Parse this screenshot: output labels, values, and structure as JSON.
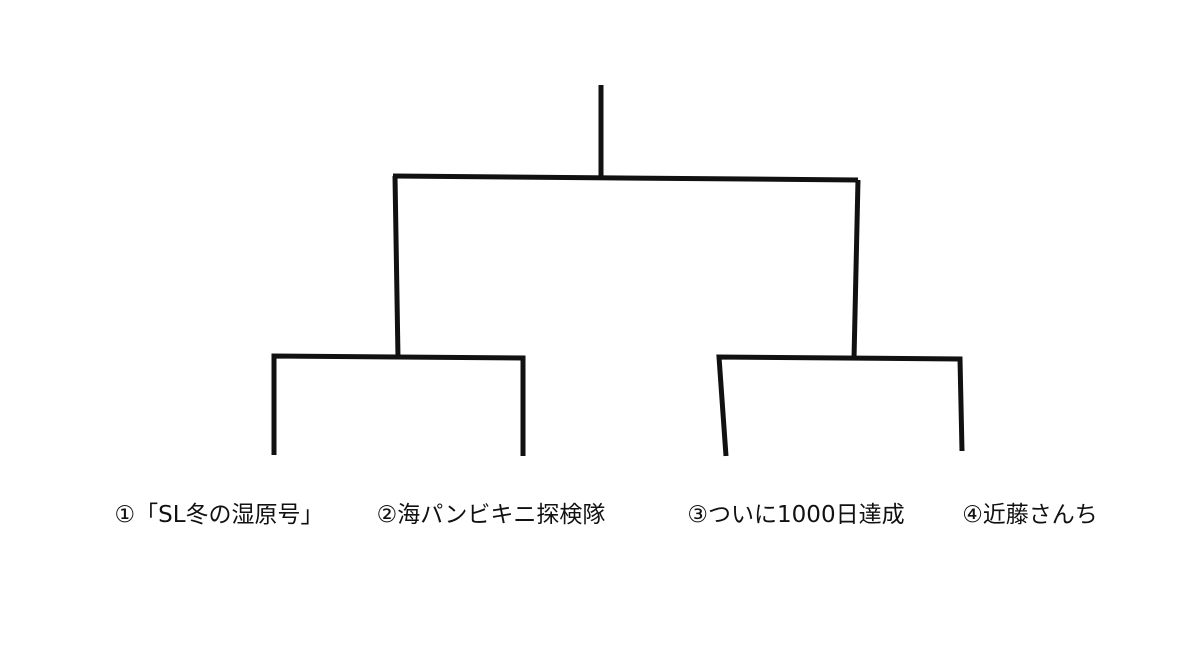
{
  "bracket": {
    "entries": [
      {
        "label": "①「SL冬の湿原号」"
      },
      {
        "label": "②海パンビキニ探検隊"
      },
      {
        "label": "③ついに1000日達成"
      },
      {
        "label": "④近藤さんち"
      }
    ]
  },
  "colors": {
    "line": "#111111",
    "background": "#ffffff"
  }
}
